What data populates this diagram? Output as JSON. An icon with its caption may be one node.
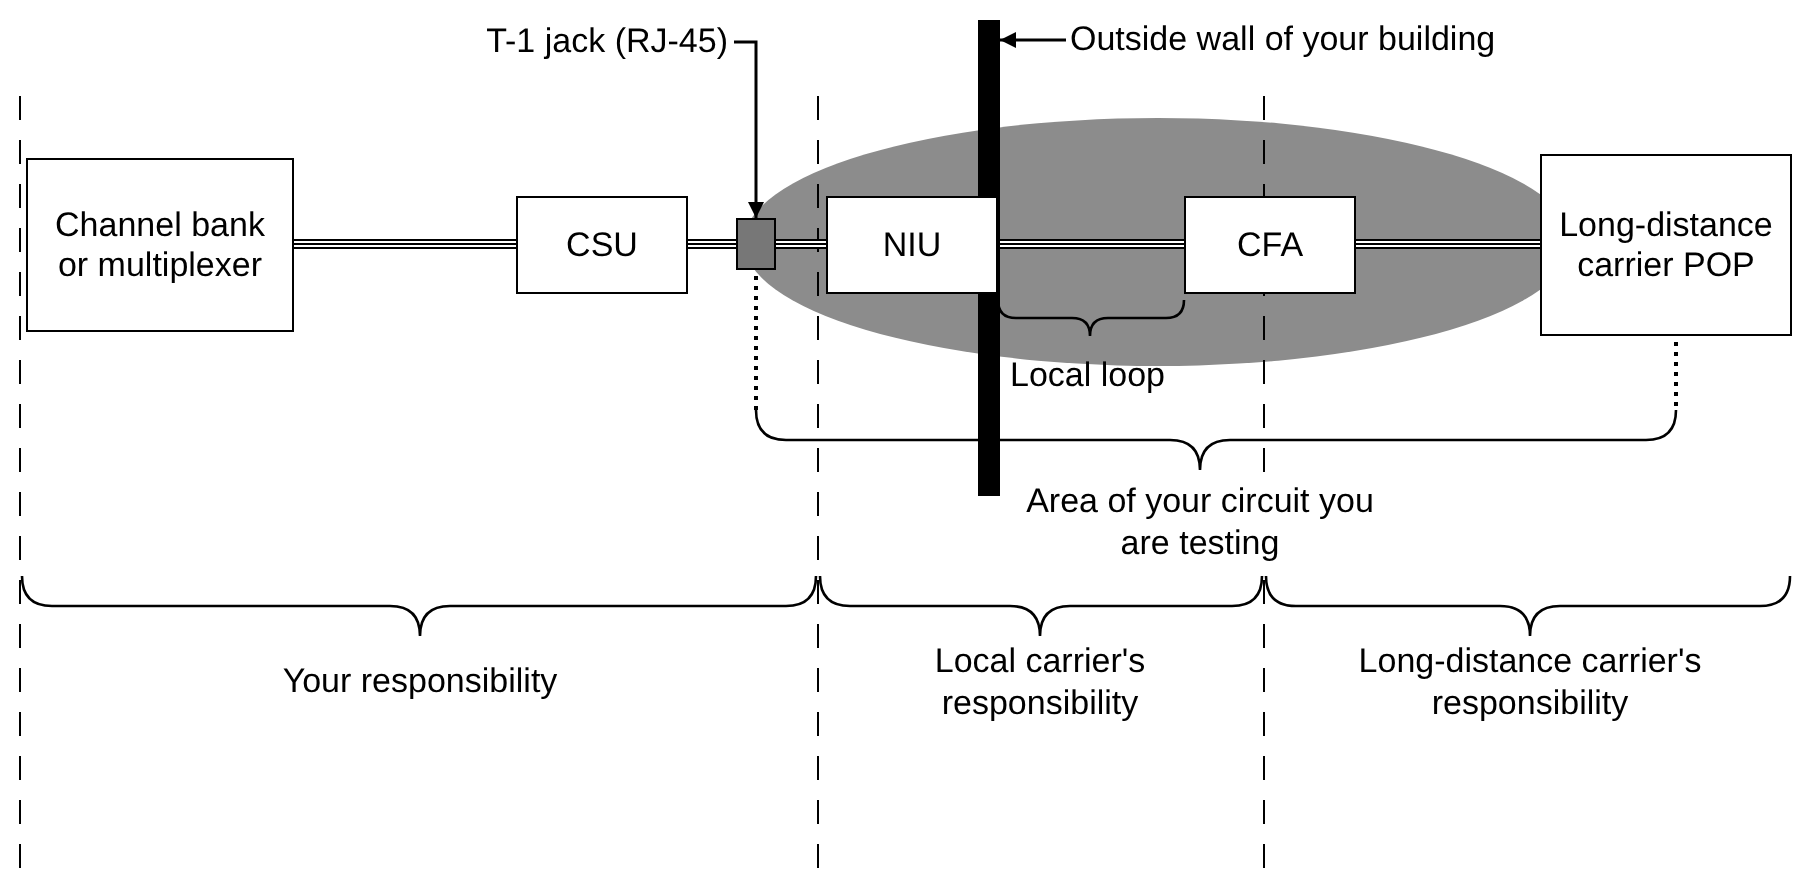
{
  "diagram": {
    "nodes": [
      {
        "text": [
          "Channel bank or multiplexer"
        ]
      },
      {
        "text": [
          "CSU"
        ]
      },
      {
        "text": [],
        "shape": "box"
      },
      {
        "text": [
          "NIU"
        ]
      },
      {
        "text": [
          "CFA"
        ]
      },
      {
        "text": [
          "Long-distance carrier POP"
        ]
      },
      {
        "text": [
          "T-1 jack (RJ-45)"
        ]
      },
      {
        "text": [
          "Outside wall of your building"
        ]
      },
      {
        "text": [],
        "shape": "bar"
      }
    ],
    "edges": [
      {
        "from": 0,
        "to": 1,
        "arrow": "none"
      },
      {
        "from": 1,
        "to": 2,
        "arrow": "none"
      },
      {
        "from": 2,
        "to": 3,
        "arrow": "none"
      },
      {
        "from": 3,
        "to": 4,
        "arrow": "none"
      },
      {
        "from": 4,
        "to": 5,
        "arrow": "none"
      },
      {
        "from": 6,
        "to": 2,
        "arrow": "to"
      },
      {
        "from": 7,
        "to": 8,
        "arrow": "to"
      }
    ],
    "labels": [
      "Local loop",
      "Area of your circuit you are testing",
      "Your responsibility",
      "Local carrier's responsibility",
      "Long-distance carrier's responsibility"
    ]
  }
}
